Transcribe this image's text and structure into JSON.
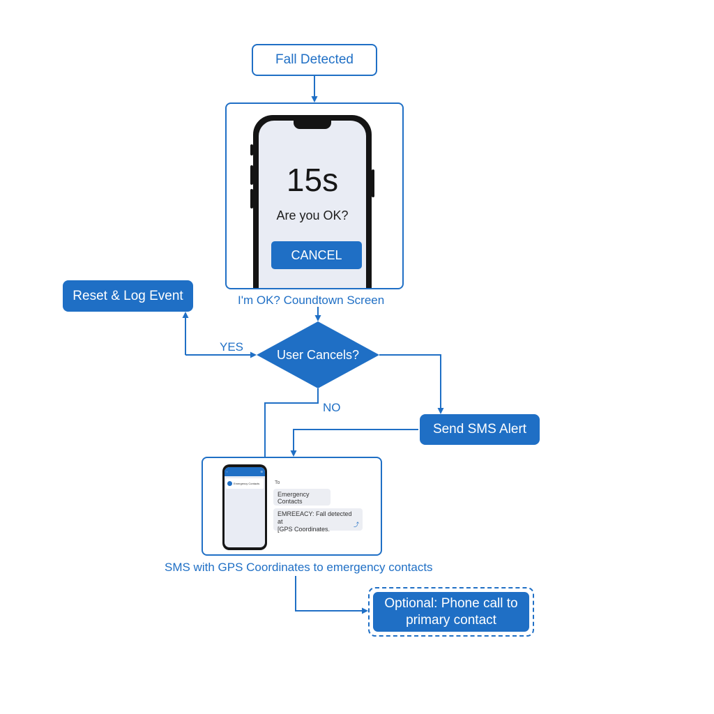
{
  "nodes": {
    "start": "Fall Detected",
    "countdown": {
      "count": "15s",
      "question": "Are you OK?",
      "cancel": "CANCEL",
      "caption": "I'm OK? Coundtown Screen"
    },
    "decision": "User Cancels?",
    "reset": "Reset & Log Event",
    "sms_alert": "Send SMS Alert",
    "sms_preview": {
      "caption": "SMS with GPS Coordinates to emergency contacts",
      "to_label": "To",
      "recipient": "Emergency Contacts",
      "message_line1": "EMREEACY: Fall detected at",
      "message_line2": "[GPS Coordinates."
    },
    "call": {
      "line1": "Optional: Phone call to",
      "line2": "primary contact"
    }
  },
  "edges": {
    "yes_label": "YES",
    "no_label": "NO"
  },
  "colors": {
    "accent": "#1f6fc5",
    "phone_body": "#141414",
    "phone_screen": "#e9ecf4",
    "background": "#ffffff"
  }
}
